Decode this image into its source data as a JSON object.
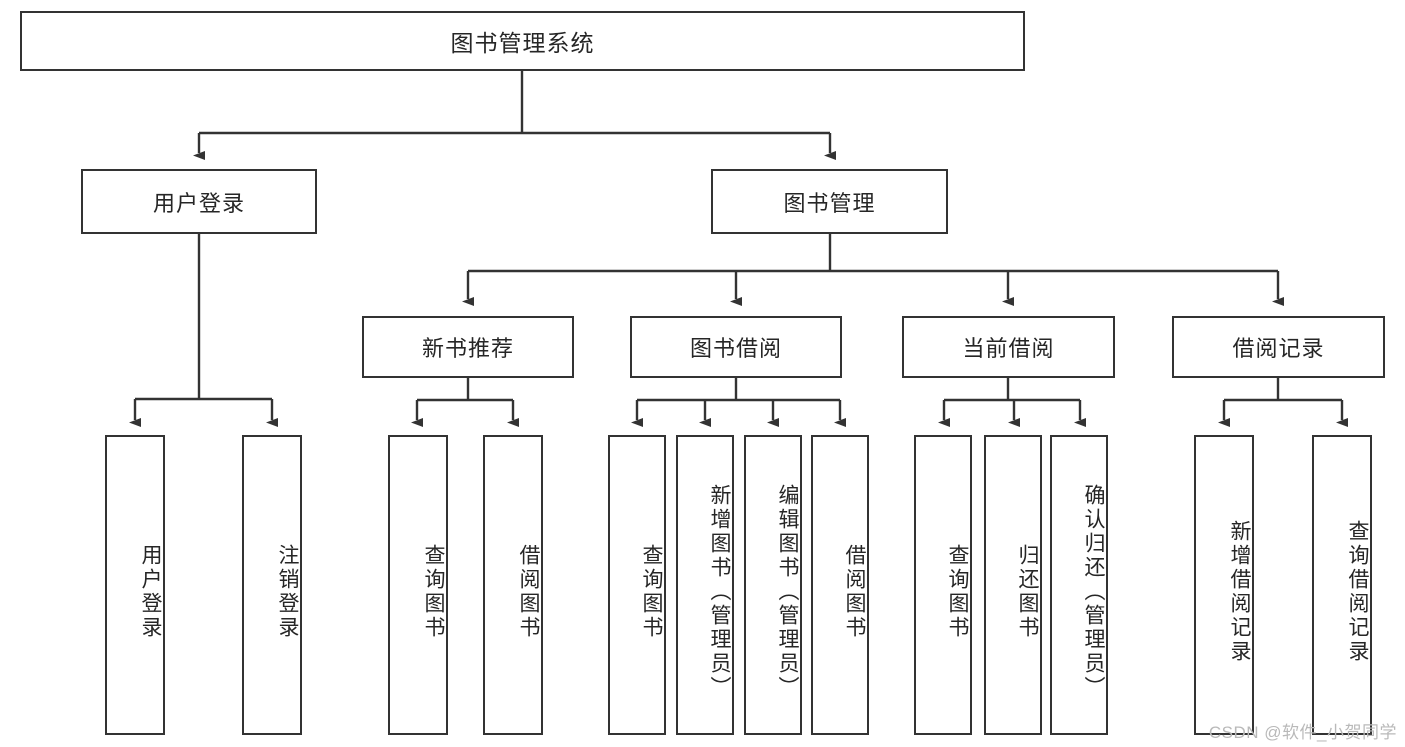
{
  "diagram": {
    "type": "tree",
    "title": "图书管理系统",
    "root": {
      "label": "图书管理系统"
    },
    "level2": [
      {
        "label": "用户登录"
      },
      {
        "label": "图书管理"
      }
    ],
    "level3": [
      {
        "label": "新书推荐"
      },
      {
        "label": "图书借阅"
      },
      {
        "label": "当前借阅"
      },
      {
        "label": "借阅记录"
      }
    ],
    "leaves": {
      "user_login": [
        {
          "label": "用户登录"
        },
        {
          "label": "注销登录"
        }
      ],
      "new_book_recommend": [
        {
          "label": "查询图书"
        },
        {
          "label": "借阅图书"
        }
      ],
      "book_borrow": [
        {
          "label": "查询图书"
        },
        {
          "label": "新增图书（管理员）"
        },
        {
          "label": "编辑图书（管理员）"
        },
        {
          "label": "借阅图书"
        }
      ],
      "current_borrow": [
        {
          "label": "查询图书"
        },
        {
          "label": "归还图书"
        },
        {
          "label": "确认归还（管理员）"
        }
      ],
      "borrow_record": [
        {
          "label": "新增借阅记录"
        },
        {
          "label": "查询借阅记录"
        }
      ]
    }
  },
  "watermark": {
    "text": "CSDN @软件_小贺同学"
  },
  "colors": {
    "stroke": "#333333",
    "text": "#262626",
    "background": "#ffffff",
    "watermark": "#b9b9b9"
  }
}
